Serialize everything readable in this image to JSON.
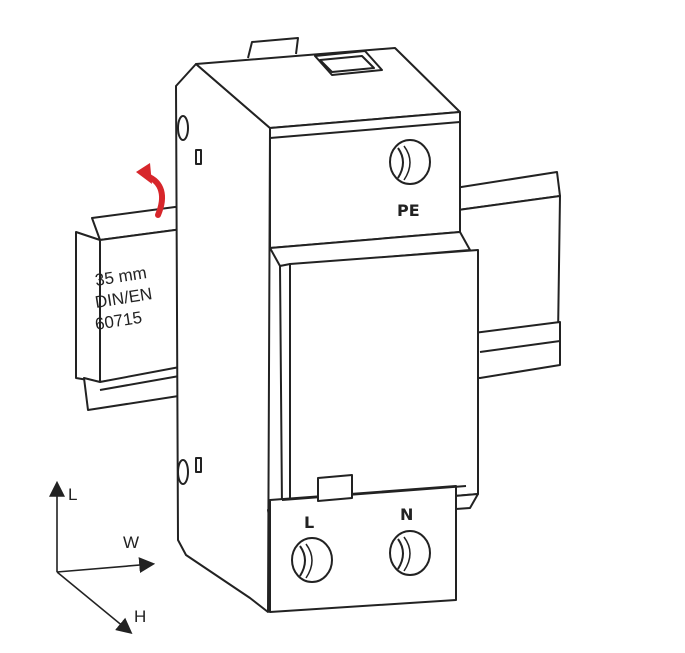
{
  "rail_label": {
    "line1": "35 mm",
    "line2": "DIN/EN",
    "line3": "60715"
  },
  "terminals": {
    "pe": "PE",
    "l": "L",
    "n": "N"
  },
  "axes": {
    "vertical": "L",
    "width": "W",
    "depth": "H"
  },
  "colors": {
    "line": "#222222",
    "arrow": "#d7262b",
    "background": "#ffffff"
  }
}
